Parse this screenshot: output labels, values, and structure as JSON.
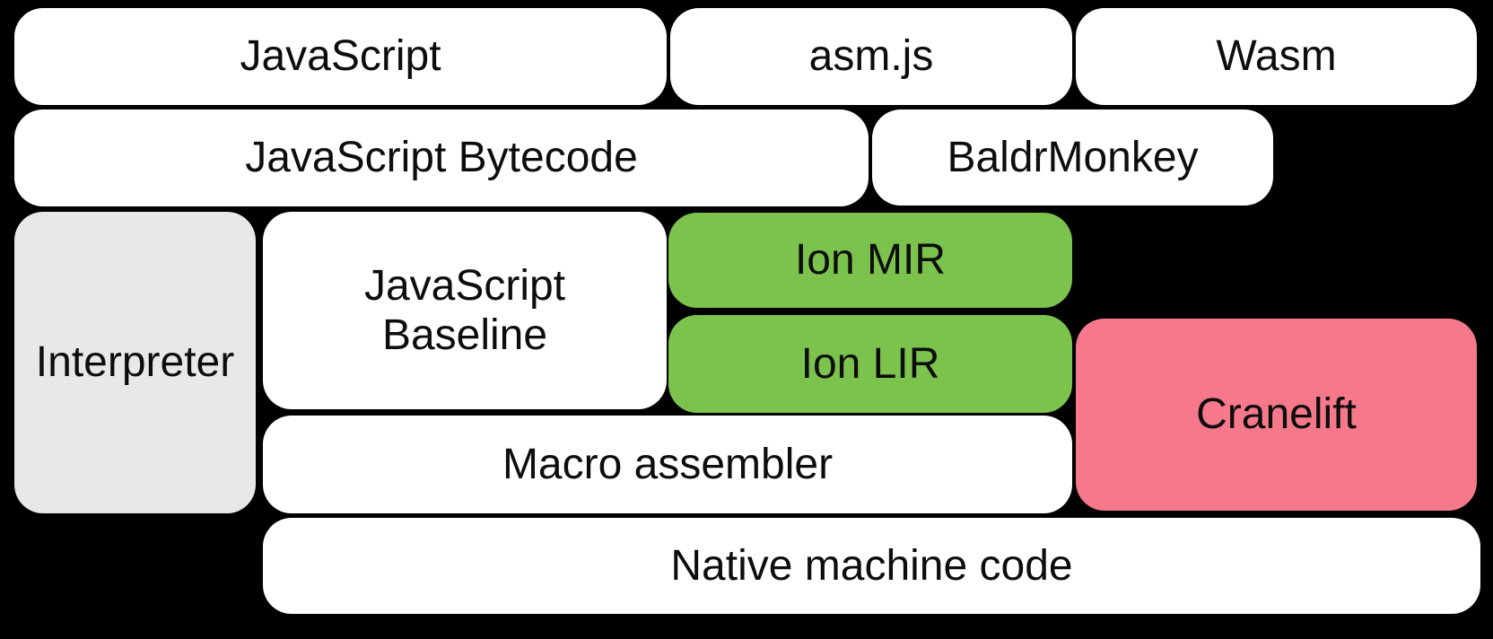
{
  "diagram": {
    "description": "Compiler pipeline diagram: JavaScript / asm.js / Wasm sources flowing through SpiderMonkey tiers to native machine code"
  },
  "palette": {
    "background": "#000000",
    "white": "#ffffff",
    "gray": "#e8e8e8",
    "green": "#7cc34e",
    "pink": "#f5798a",
    "text": "#0d0d0d"
  },
  "boxes": [
    {
      "id": "javascript",
      "label": "JavaScript",
      "color": "white"
    },
    {
      "id": "asmjs",
      "label": "asm.js",
      "color": "white"
    },
    {
      "id": "wasm",
      "label": "Wasm",
      "color": "white"
    },
    {
      "id": "javascript-bytecode",
      "label": "JavaScript Bytecode",
      "color": "white"
    },
    {
      "id": "baldrmonkey",
      "label": "BaldrMonkey",
      "color": "white"
    },
    {
      "id": "interpreter",
      "label": "Interpreter",
      "color": "gray"
    },
    {
      "id": "javascript-baseline",
      "label": "JavaScript\nBaseline",
      "color": "white"
    },
    {
      "id": "ion-mir",
      "label": "Ion MIR",
      "color": "green"
    },
    {
      "id": "ion-lir",
      "label": "Ion LIR",
      "color": "green"
    },
    {
      "id": "cranelift",
      "label": "Cranelift",
      "color": "pink"
    },
    {
      "id": "macro-assembler",
      "label": "Macro assembler",
      "color": "white"
    },
    {
      "id": "native-machine-code",
      "label": "Native machine code",
      "color": "white"
    }
  ]
}
